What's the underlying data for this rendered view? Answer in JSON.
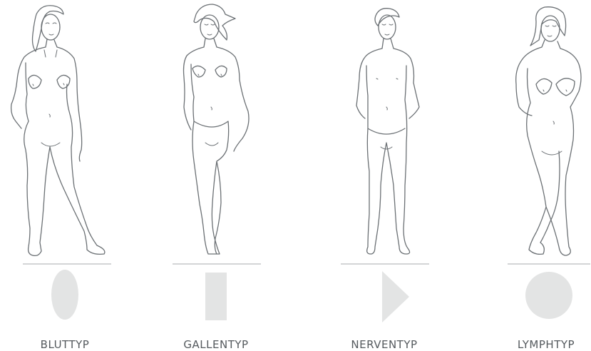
{
  "colors": {
    "line": "#6b7074",
    "shape": "#e3e4e4",
    "divider": "#b9bcbe",
    "label": "#555a5e"
  },
  "types": [
    {
      "label": "BLUTTYP",
      "shape": "ellipse"
    },
    {
      "label": "GALLENTYP",
      "shape": "rectangle"
    },
    {
      "label": "NERVENTYP",
      "shape": "triangle"
    },
    {
      "label": "LYMPHTYP",
      "shape": "circle"
    }
  ]
}
